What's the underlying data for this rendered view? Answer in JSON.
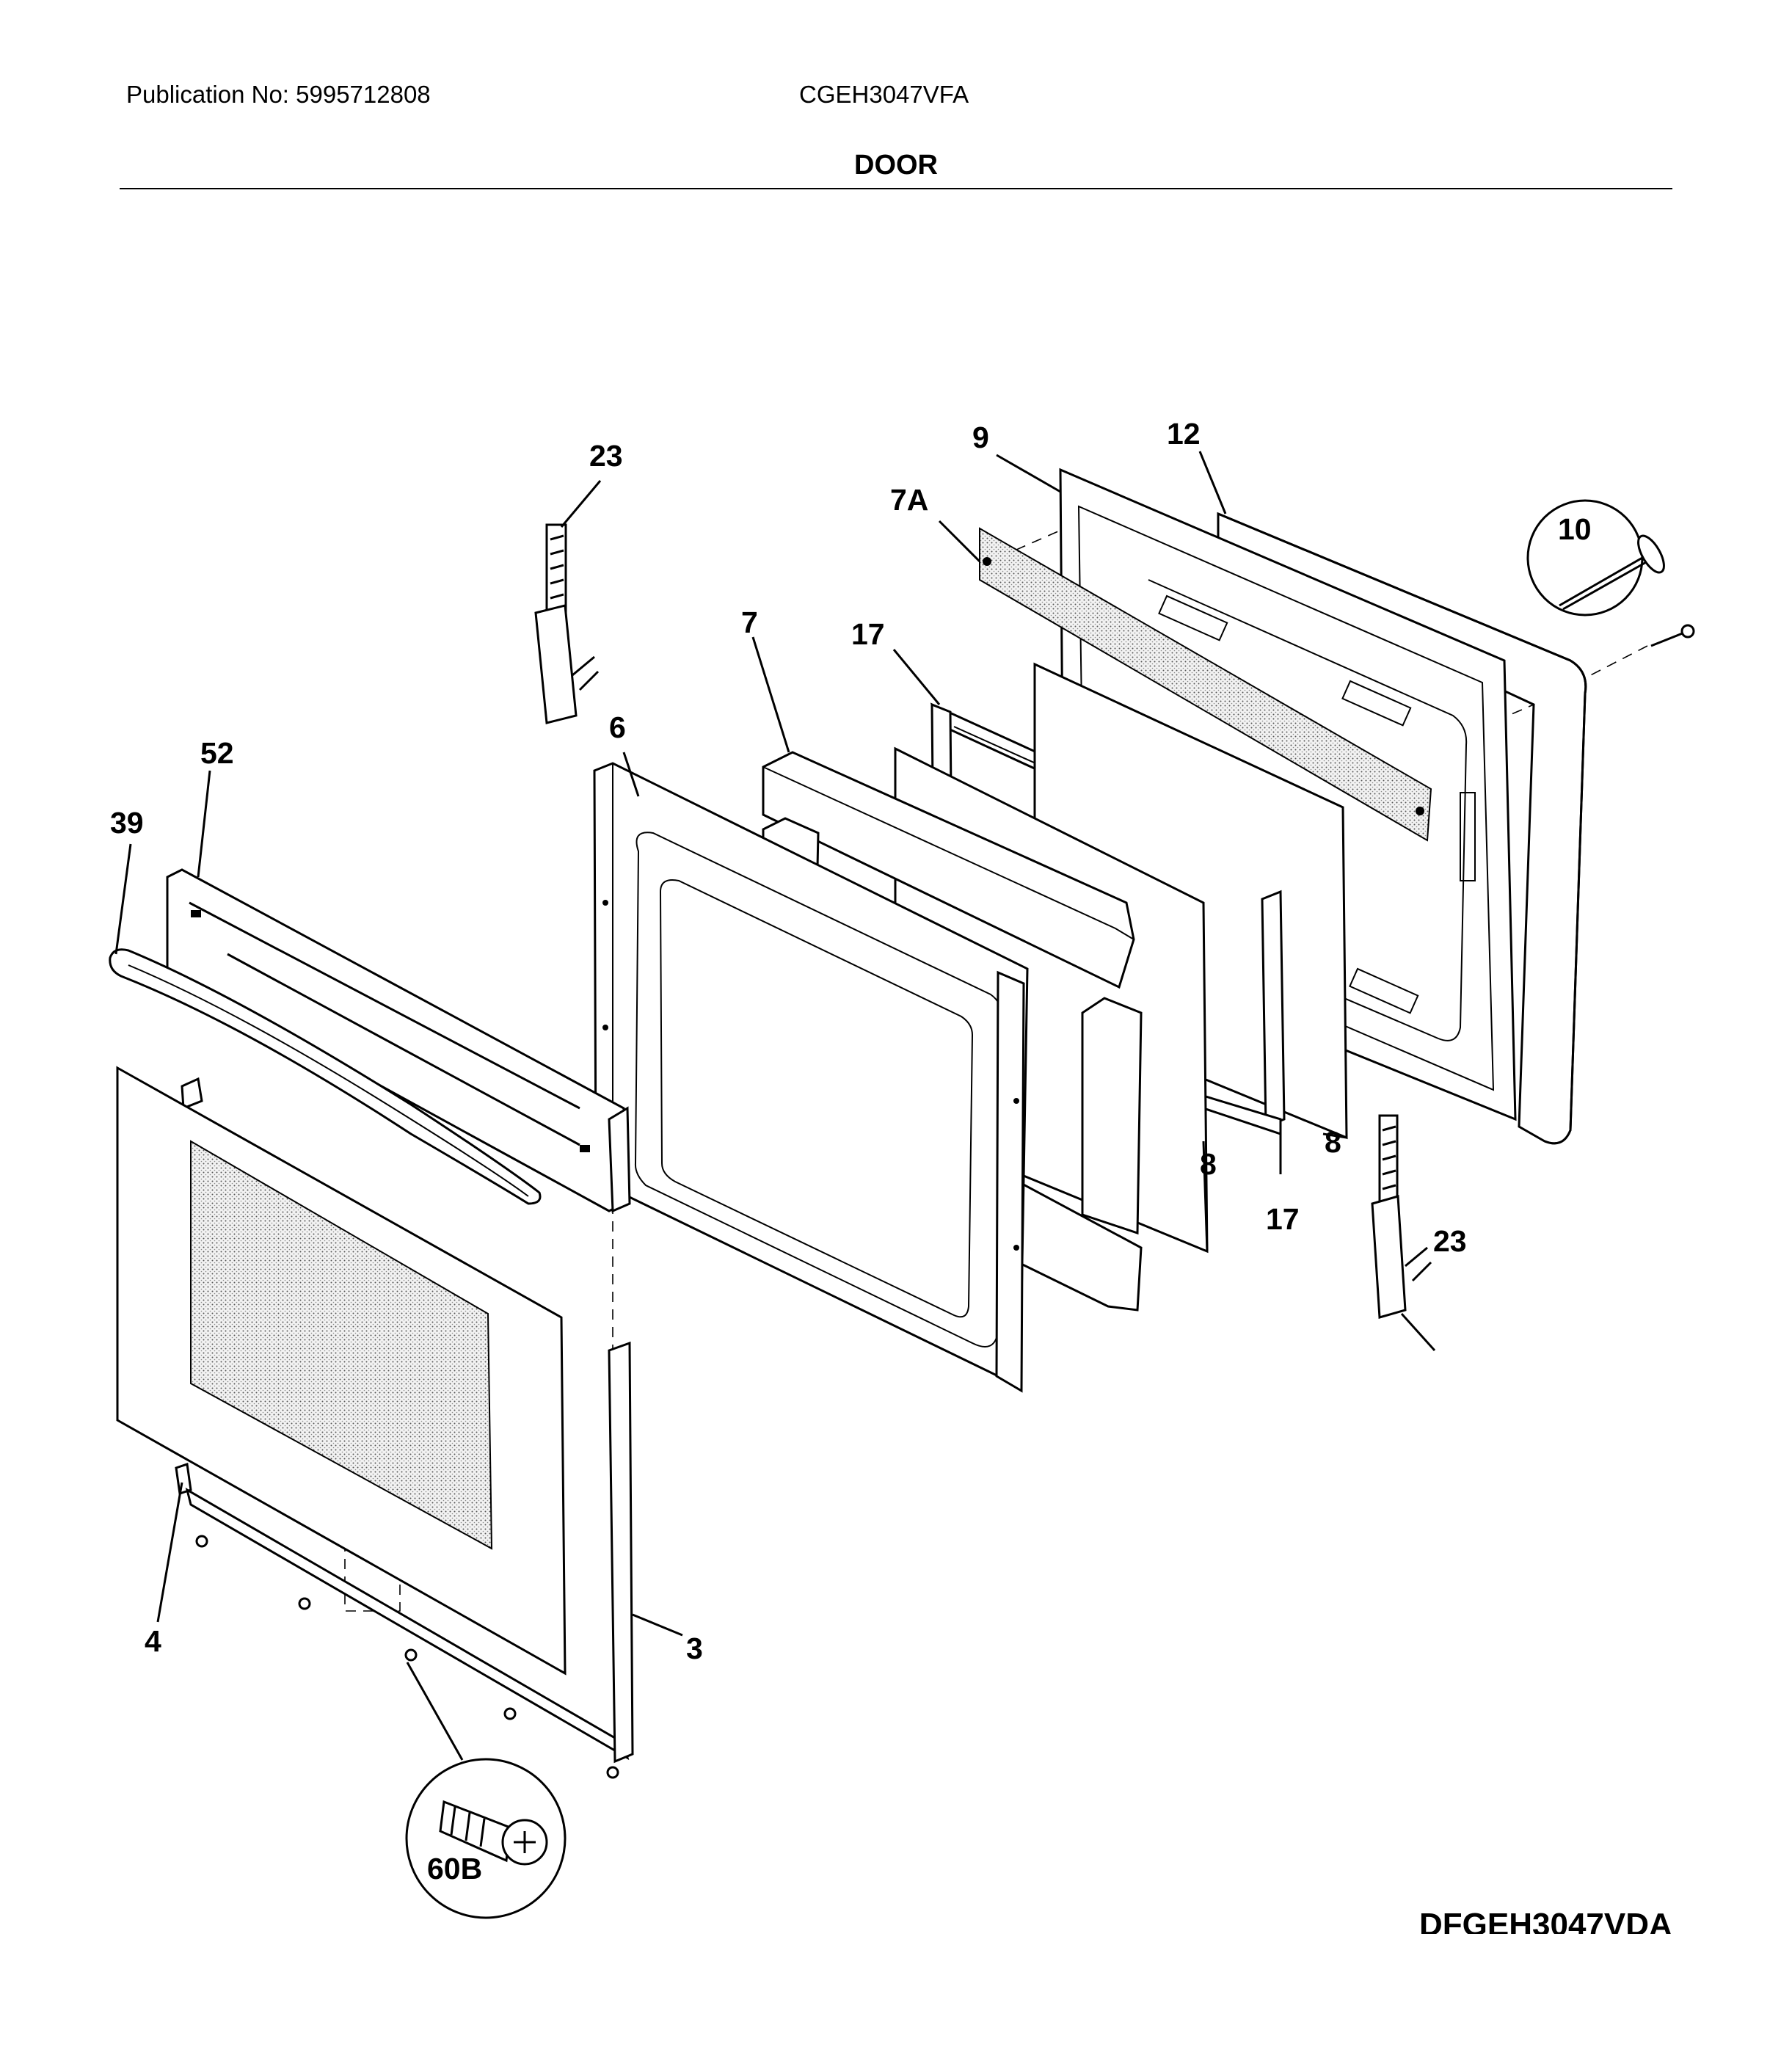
{
  "header": {
    "publication": "Publication No: 5995712808",
    "model": "CGEH3047VFA",
    "section": "DOOR"
  },
  "diagram_code": "DFGEH3047VDA",
  "parts": {
    "p23a": "23",
    "p9": "9",
    "p12": "12",
    "p7A": "7A",
    "p10": "10",
    "p7": "7",
    "p17a": "17",
    "p6": "6",
    "p52": "52",
    "p39": "39",
    "p8a": "8",
    "p8b": "8",
    "p17b": "17",
    "p23b": "23",
    "p4": "4",
    "p3": "3",
    "p60B": "60B"
  }
}
